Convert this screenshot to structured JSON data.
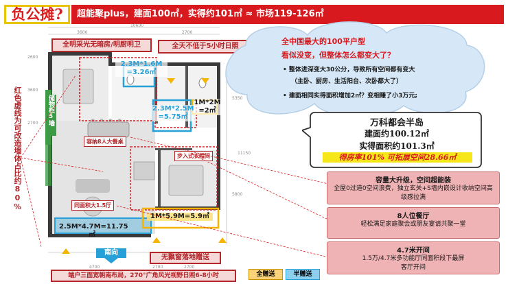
{
  "header": {
    "tag": "负公摊?",
    "subtitle": "超能聚plus，建面100㎡，实得约101㎡ ≈ 市场119-126㎡"
  },
  "plan": {
    "dims_top": [
      "10600",
      "3600",
      "2700"
    ],
    "dims_right": [
      "5350",
      "11150",
      "5800"
    ],
    "dims_left": [
      "2600",
      "3600",
      "2700"
    ],
    "dims_bottom": [
      "4700",
      "2700",
      "2700"
    ],
    "callout_light": "全明采光无暗房/明厨明卫",
    "callout_sun": "全天不低于5小时日照",
    "room_a": "2.3M*1.6M\n=3.26㎡",
    "room_b": "2.3M*2.5M\n=5.75㎡",
    "room_c": "1M*2M\n=2㎡",
    "room_d": "1M*5.9M=5.9㎡",
    "room_e": "2.5M*4.7M=11.75㎡",
    "label_dining": "容纳8人大餐桌",
    "label_walkin": "步入式衣帽间",
    "label_living": "同面积大1.5厅",
    "label_storage_top": "储物柜",
    "label_storage_bottom": "5墙",
    "south": "南向",
    "bay_window": "无飘窗落地赠送",
    "bottom_note": "端户三面宽朝南布局，270°广角风光视野日照6-8小时",
    "side_text": "红色虚线为可改造墙体占比约80%"
  },
  "legend": {
    "full": "全赠送",
    "half": "半赠送"
  },
  "colors": {
    "red": "#d8191e",
    "yellow": "#f4b400",
    "blue": "#27a0d8",
    "pink": "#f0b3b5"
  },
  "cloud": {
    "title": "全中国最大的100平户型",
    "question": "看似没变，但整体怎么都变大了？",
    "bullet1": "整体进深变大30公分，导致所有空间都有变大",
    "bullet1_sub": "（主卧、厨房、生活阳台、次卧都大了）",
    "bullet2": "建面相同实得面积增加2㎡？变相赚了小3万元;"
  },
  "spec": {
    "name": "万科都会半岛",
    "built": "建面约100.12㎡",
    "actual": "实得面积约101.3㎡",
    "ratio": "得房率101% 可拓展空间28.66㎡"
  },
  "boxes": [
    {
      "title": "容量大升级，空间超能装",
      "body": "全屋0过道0空间浪费，独立玄关+S墙内嵌设计收纳空间高级感拉满"
    },
    {
      "title": "8人位餐厅",
      "body": "轻松满足家庭聚会或朋友宴请共聚一堂"
    },
    {
      "title": "4.7米开间",
      "body": "1.5万/4.7米多功能厅同面积段下最屏客厅开间"
    }
  ]
}
